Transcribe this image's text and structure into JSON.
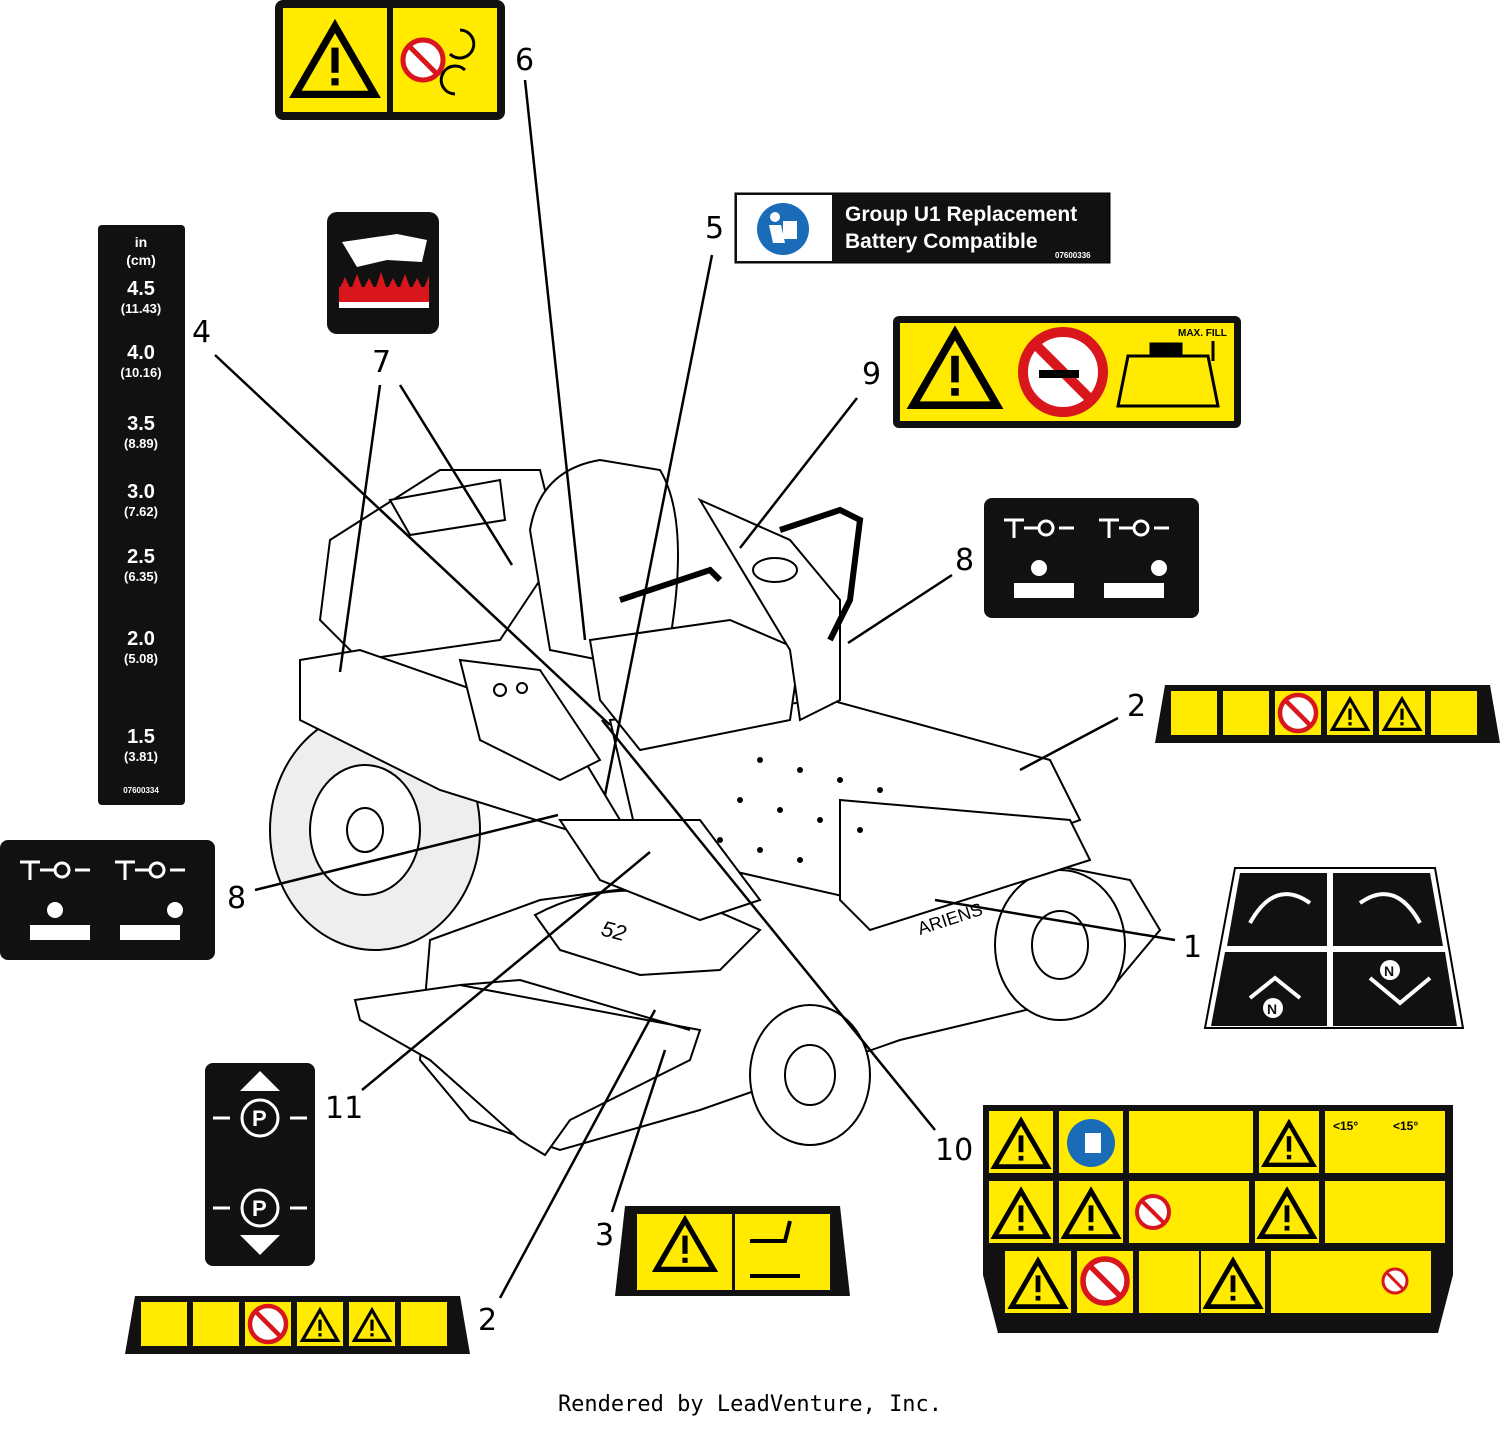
{
  "footer": "Rendered by LeadVenture, Inc.",
  "colors": {
    "decal_yellow": "#ffea00",
    "decal_black": "#111111",
    "deck_red": "#d9161c",
    "info_blue": "#1a6bb8"
  },
  "callouts": [
    "1",
    "2",
    "3",
    "4",
    "5",
    "6",
    "7",
    "8",
    "9",
    "10",
    "11"
  ],
  "height_decal": {
    "units_in": "in",
    "units_cm": "(cm)",
    "marks": [
      {
        "in": "4.5",
        "cm": "(11.43)"
      },
      {
        "in": "4.0",
        "cm": "(10.16)"
      },
      {
        "in": "3.5",
        "cm": "(8.89)"
      },
      {
        "in": "3.0",
        "cm": "(7.62)"
      },
      {
        "in": "2.5",
        "cm": "(6.35)"
      },
      {
        "in": "2.0",
        "cm": "(5.08)"
      },
      {
        "in": "1.5",
        "cm": "(3.81)"
      }
    ],
    "part_no": "07600334"
  },
  "battery_decal": {
    "line1": "Group U1 Replacement",
    "line2": "Battery Compatible",
    "part_no": "07600336"
  },
  "fuel_decal": {
    "max_fill": "MAX. FILL"
  },
  "slope_decal": {
    "angle_a": "<15°",
    "angle_b": "<15°"
  },
  "parking_decal": {
    "brake_symbol": "P"
  },
  "deck_size": "52",
  "brand": "ARIENS",
  "neutral_symbol": "N",
  "icons": [
    "warning-icon",
    "read-manual-icon",
    "no-smoking-icon",
    "hot-surface-icon",
    "entanglement-icon",
    "thrown-object-icon",
    "parking-brake-icon",
    "drive-lever-icon",
    "slope-icon"
  ]
}
